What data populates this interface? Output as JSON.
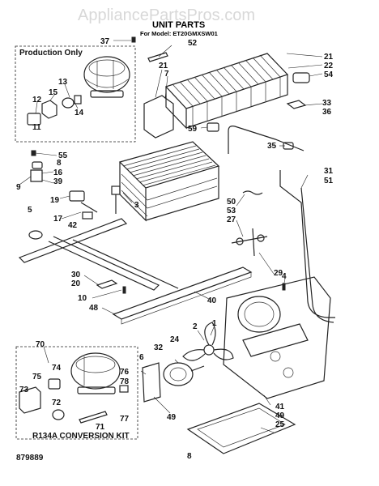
{
  "watermark": "AppliancePartsPros.com",
  "title": "UNIT PARTS",
  "model_line": "For Model: ET20GMXSW01",
  "production_box_label": "Production Only",
  "conversion_kit_label": "R134A CONVERSION KIT",
  "footer_left": "879889",
  "footer_center": "8",
  "callouts": [
    {
      "id": "37",
      "label": "37"
    },
    {
      "id": "52",
      "label": "52"
    },
    {
      "id": "21a",
      "label": "21"
    },
    {
      "id": "22",
      "label": "22"
    },
    {
      "id": "54",
      "label": "54"
    },
    {
      "id": "21b",
      "label": "21"
    },
    {
      "id": "7",
      "label": "7"
    },
    {
      "id": "13",
      "label": "13"
    },
    {
      "id": "15",
      "label": "15"
    },
    {
      "id": "12",
      "label": "12"
    },
    {
      "id": "11",
      "label": "11"
    },
    {
      "id": "14",
      "label": "14"
    },
    {
      "id": "59",
      "label": "59"
    },
    {
      "id": "33",
      "label": "33"
    },
    {
      "id": "36",
      "label": "36"
    },
    {
      "id": "35",
      "label": "35"
    },
    {
      "id": "55",
      "label": "55"
    },
    {
      "id": "8",
      "label": "8"
    },
    {
      "id": "16",
      "label": "16"
    },
    {
      "id": "39",
      "label": "39"
    },
    {
      "id": "9",
      "label": "9"
    },
    {
      "id": "19",
      "label": "19"
    },
    {
      "id": "5",
      "label": "5"
    },
    {
      "id": "17",
      "label": "17"
    },
    {
      "id": "42",
      "label": "42"
    },
    {
      "id": "3",
      "label": "3"
    },
    {
      "id": "31",
      "label": "31"
    },
    {
      "id": "51",
      "label": "51"
    },
    {
      "id": "50",
      "label": "50"
    },
    {
      "id": "53",
      "label": "53"
    },
    {
      "id": "27",
      "label": "27"
    },
    {
      "id": "29",
      "label": "29"
    },
    {
      "id": "4",
      "label": "4"
    },
    {
      "id": "30",
      "label": "30"
    },
    {
      "id": "20",
      "label": "20"
    },
    {
      "id": "10",
      "label": "10"
    },
    {
      "id": "48",
      "label": "48"
    },
    {
      "id": "40",
      "label": "40"
    },
    {
      "id": "70",
      "label": "70"
    },
    {
      "id": "74",
      "label": "74"
    },
    {
      "id": "75",
      "label": "75"
    },
    {
      "id": "73",
      "label": "73"
    },
    {
      "id": "72",
      "label": "72"
    },
    {
      "id": "71",
      "label": "71"
    },
    {
      "id": "76",
      "label": "76"
    },
    {
      "id": "78",
      "label": "78"
    },
    {
      "id": "77",
      "label": "77"
    },
    {
      "id": "6",
      "label": "6"
    },
    {
      "id": "32",
      "label": "32"
    },
    {
      "id": "24",
      "label": "24"
    },
    {
      "id": "2",
      "label": "2"
    },
    {
      "id": "1",
      "label": "1"
    },
    {
      "id": "49a",
      "label": "49"
    },
    {
      "id": "41",
      "label": "41"
    },
    {
      "id": "49b",
      "label": "49"
    },
    {
      "id": "25",
      "label": "25"
    }
  ]
}
